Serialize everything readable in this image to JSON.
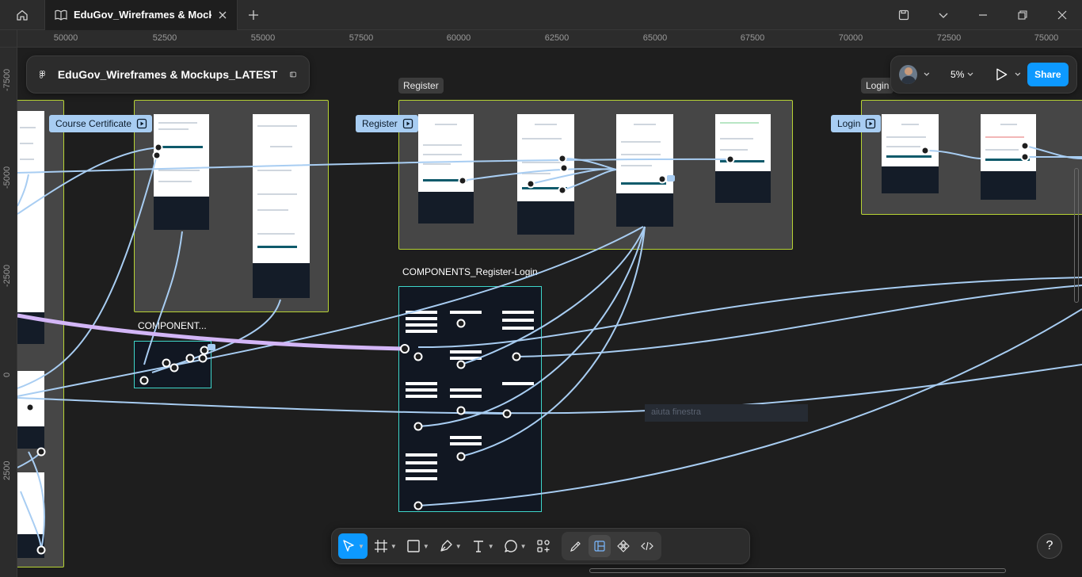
{
  "titlebar": {
    "tab_title": "EduGov_Wireframes & Mockups_L",
    "icons": [
      "home-icon",
      "book-icon",
      "close-icon",
      "plus-icon",
      "save-icon",
      "chevron-down-icon",
      "minimize-icon",
      "restore-icon",
      "close-icon"
    ]
  },
  "ruler": {
    "top": [
      "50000",
      "52500",
      "55000",
      "57500",
      "60000",
      "62500",
      "65000",
      "67500",
      "70000",
      "72500",
      "75000"
    ],
    "left": [
      "-7500",
      "-5000",
      "-2500",
      "0",
      "2500"
    ]
  },
  "file_panel": {
    "title": "EduGov_Wireframes & Mockups_LATEST",
    "icons": [
      "figma-logo-icon",
      "sidebar-toggle-icon"
    ]
  },
  "right_panel": {
    "zoom": "5%",
    "share_label": "Share",
    "icons": [
      "avatar",
      "chevron-down-icon",
      "play-icon"
    ]
  },
  "canvas": {
    "section_chips": [
      "Register",
      "Login"
    ],
    "tags": {
      "course_certificate": "Course Certificate",
      "register": "Register",
      "login": "Login"
    },
    "component_labels": {
      "register_login": "COMPONENTS_Register-Login",
      "small": "COMPONENT..."
    },
    "ghost_input": "aiuta finestra"
  },
  "toolbar": {
    "tools": [
      "move-tool",
      "frame-tool",
      "shape-tool",
      "pen-tool",
      "text-tool",
      "comment-tool",
      "actions-tool"
    ],
    "modes": [
      "draw-mode",
      "design-mode",
      "dev-components-mode",
      "dev-mode"
    ]
  },
  "help": {
    "label": "?"
  },
  "colors": {
    "accent": "#0d99ff",
    "section_border": "#b7d334",
    "component_border": "#3ed6c9",
    "wire": "#a8cdf2",
    "wire_highlight": "#d3b6f7"
  }
}
